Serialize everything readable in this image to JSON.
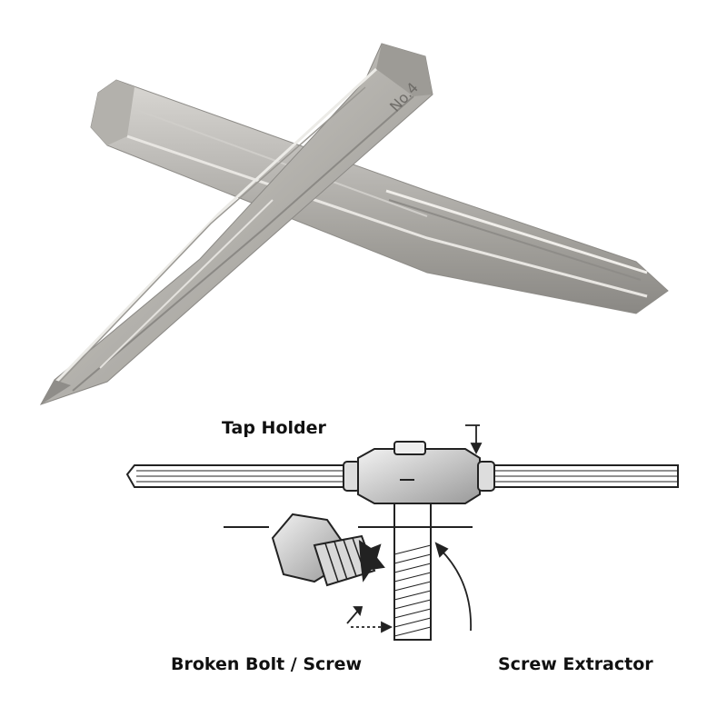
{
  "engraving": "No.4",
  "labels": {
    "tap_holder": "Tap Holder",
    "broken_bolt": "Broken Bolt / Screw",
    "screw_extractor": "Screw Extractor"
  },
  "colors": {
    "steel_light": "#c9c7c3",
    "steel_mid": "#a9a7a2",
    "steel_dark": "#7f7d79",
    "line_art": "#222222",
    "background": "#ffffff"
  }
}
